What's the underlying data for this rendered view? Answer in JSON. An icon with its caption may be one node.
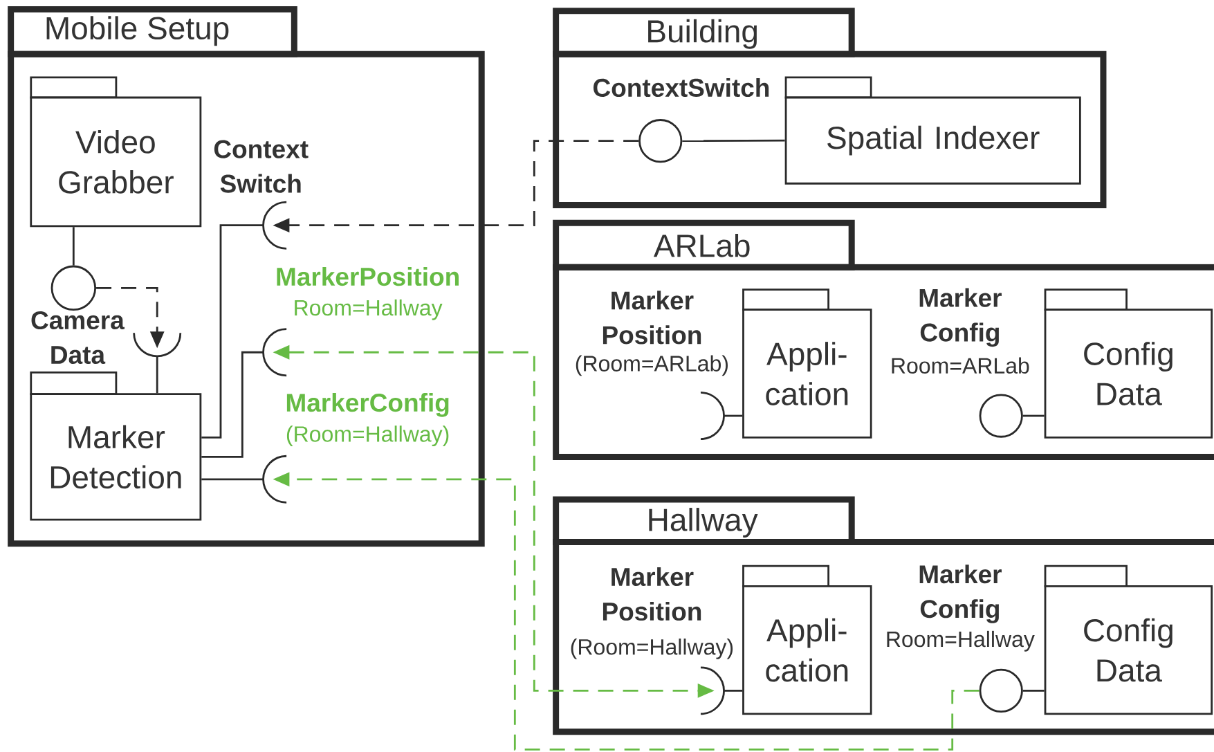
{
  "diagram": {
    "nodes": [
      {
        "text": [
          "Mobile Setup"
        ]
      },
      {
        "text": [
          "Video Grabber"
        ],
        "in": 0
      },
      {
        "text": [
          "Marker Detection"
        ],
        "in": 0
      },
      {
        "text": [
          "Camera Data"
        ],
        "in": 0
      },
      {
        "text": [],
        "shape": "arc",
        "in": 0
      },
      {
        "text": [
          "Context Switch"
        ],
        "in": 0
      },
      {
        "text": [
          "MarkerPosition",
          "Room=Hallway"
        ],
        "in": 0
      },
      {
        "text": [
          "MarkerConfig",
          "(Room=Hallway)"
        ],
        "in": 0
      },
      {
        "text": [
          "Building"
        ]
      },
      {
        "text": [
          "Spatial Indexer"
        ],
        "in": 8
      },
      {
        "text": [
          "ContextSwitch"
        ],
        "in": 8
      },
      {
        "text": [
          "ARLab"
        ]
      },
      {
        "text": [
          "Appli- cation"
        ],
        "in": 11
      },
      {
        "text": [
          "Marker Position",
          "(Room=ARLab)"
        ],
        "in": 11
      },
      {
        "text": [
          "Config Data"
        ],
        "in": 11
      },
      {
        "text": [
          "Marker Config",
          "Room=ARLab"
        ],
        "in": 11
      },
      {
        "text": [
          "Hallway"
        ]
      },
      {
        "text": [
          "Appli- cation"
        ],
        "in": 16
      },
      {
        "text": [
          "Marker Position",
          "(Room=Hallway)"
        ],
        "in": 16
      },
      {
        "text": [
          "Config Data"
        ],
        "in": 16
      },
      {
        "text": [
          "Marker Config",
          "Room=Hallway"
        ],
        "in": 16
      }
    ],
    "edges": [
      {
        "from": 1,
        "to": 3,
        "arrow": "none"
      },
      {
        "from": 2,
        "to": 4,
        "arrow": "none"
      },
      {
        "from": 3,
        "to": 4,
        "arrow": "to",
        "style": "dashed"
      },
      {
        "from": 2,
        "to": 5,
        "arrow": "none"
      },
      {
        "from": 2,
        "to": 6,
        "arrow": "none"
      },
      {
        "from": 2,
        "to": 7,
        "arrow": "none"
      },
      {
        "from": 9,
        "to": 10,
        "arrow": "none"
      },
      {
        "from": 10,
        "to": 5,
        "arrow": "to",
        "style": "dashed"
      },
      {
        "from": 12,
        "to": 13,
        "arrow": "none"
      },
      {
        "from": 14,
        "to": 15,
        "arrow": "none"
      },
      {
        "from": 17,
        "to": 18,
        "arrow": "none"
      },
      {
        "from": 19,
        "to": 20,
        "arrow": "none"
      },
      {
        "from": 6,
        "to": 18,
        "arrow": "both",
        "style": "dashed",
        "color": "#66bb44"
      },
      {
        "from": 20,
        "to": 7,
        "arrow": "to",
        "style": "dashed",
        "color": "#66bb44"
      }
    ]
  }
}
